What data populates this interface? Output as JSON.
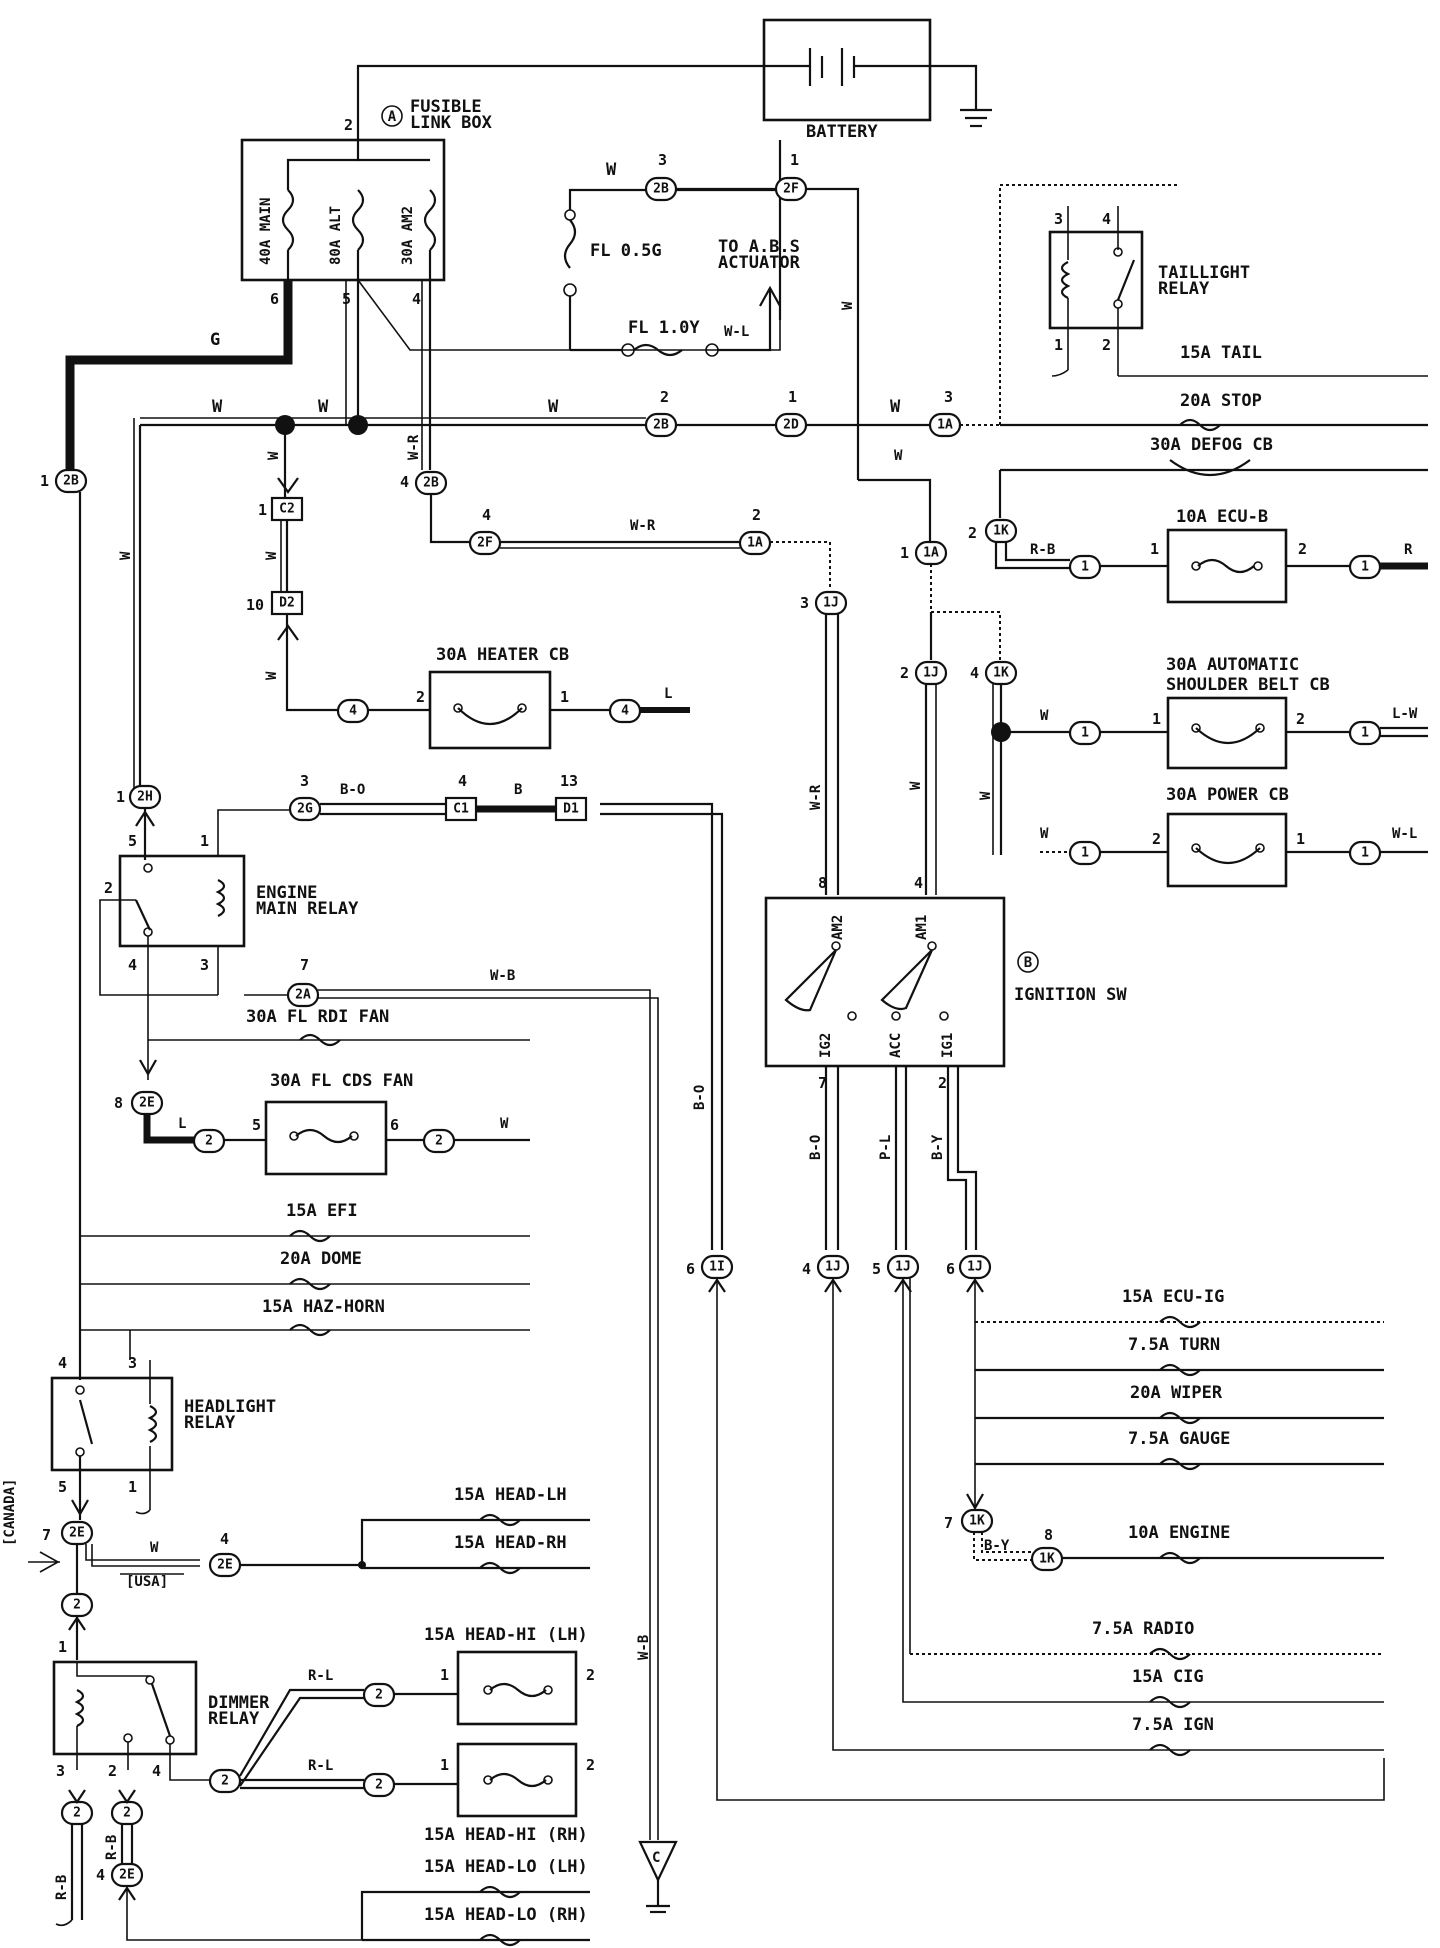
{
  "components": {
    "battery": "BATTERY",
    "fusible_link_box": {
      "marker": "A",
      "line1": "FUSIBLE",
      "line2": "LINK BOX"
    },
    "fuse_40a_main": "40A MAIN",
    "fuse_80a_alt": "80A ALT",
    "fuse_30a_am2": "30A AM2",
    "fl_05g": "FL 0.5G",
    "fl_10y": "FL 1.0Y",
    "abs_actuator": {
      "line1": "TO A.B.S",
      "line2": "ACTUATOR"
    },
    "taillight_relay": {
      "line1": "TAILLIGHT",
      "line2": "RELAY"
    },
    "fuse_15a_tail": "15A TAIL",
    "fuse_20a_stop": "20A STOP",
    "cb_30a_defog": "30A DEFOG CB",
    "fuse_10a_ecub": "10A ECU-B",
    "cb_30a_heater": "30A HEATER CB",
    "cb_30a_shoulder_belt": {
      "line1": "30A AUTOMATIC",
      "line2": "SHOULDER BELT CB"
    },
    "cb_30a_power": "30A POWER CB",
    "engine_main_relay": {
      "line1": "ENGINE",
      "line2": "MAIN RELAY"
    },
    "ignition_sw": {
      "marker": "B",
      "label": "IGNITION SW",
      "t_am2": "AM2",
      "t_am1": "AM1",
      "t_ig2": "IG2",
      "t_acc": "ACC",
      "t_ig1": "IG1"
    },
    "fuse_30a_fl_rdi_fan": "30A FL RDI FAN",
    "fuse_30a_fl_cds_fan": "30A FL CDS FAN",
    "fuse_15a_efi": "15A EFI",
    "fuse_20a_dome": "20A DOME",
    "fuse_15a_haz_horn": "15A HAZ-HORN",
    "headlight_relay": {
      "line1": "HEADLIGHT",
      "line2": "RELAY"
    },
    "canada": "[CANADA]",
    "usa": "[USA]",
    "fuse_15a_head_lh": "15A HEAD-LH",
    "fuse_15a_head_rh": "15A HEAD-RH",
    "dimmer_relay": {
      "line1": "DIMMER",
      "line2": "RELAY"
    },
    "fuse_15a_head_hi_lh": "15A HEAD-HI (LH)",
    "fuse_15a_head_hi_rh": "15A HEAD-HI (RH)",
    "fuse_15a_head_lo_lh": "15A HEAD-LO (LH)",
    "fuse_15a_head_lo_rh": "15A HEAD-LO (RH)",
    "fuse_15a_ecu_ig": "15A ECU-IG",
    "fuse_75a_turn": "7.5A TURN",
    "fuse_20a_wiper": "20A WIPER",
    "fuse_75a_gauge": "7.5A GAUGE",
    "fuse_10a_engine": "10A ENGINE",
    "fuse_75a_radio": "7.5A RADIO",
    "fuse_15a_cig": "15A CIG",
    "fuse_75a_ign": "7.5A IGN",
    "ground_c": "C"
  },
  "connectors": {
    "c_2B_top": "2B",
    "c_2F_top": "2F",
    "c_2B_mid": "2B",
    "c_2D": "2D",
    "c_1A_top": "1A",
    "c_2B_left": "2B",
    "c_2B_w_r": "2B",
    "c_2F_mid": "2F",
    "c_1A_mid": "1A",
    "c_1A_vert": "1A",
    "c_1K_top": "1K",
    "c_1_ecub_l": "1",
    "c_1_ecub_r": "1",
    "c_C2": "C2",
    "c_D2": "D2",
    "c_1J_3": "1J",
    "c_1J_2": "1J",
    "c_1K_4": "1K",
    "c_4_heater_l": "4",
    "c_4_heater_r": "4",
    "c_1_belt_l": "1",
    "c_1_belt_r": "1",
    "c_2H": "2H",
    "c_2G": "2G",
    "c_C1": "C1",
    "c_D1": "D1",
    "c_1_power_l": "1",
    "c_1_power_r": "1",
    "c_2A": "2A",
    "c_2E_8": "2E",
    "c_2_cds_l": "2",
    "c_2_cds_r": "2",
    "c_1I_6": "1I",
    "c_1J_4": "1J",
    "c_1J_5": "1J",
    "c_1J_6": "1J",
    "c_1K_7": "1K",
    "c_1K_8": "1K",
    "c_2E_7": "2E",
    "c_2E_4": "2E",
    "c_2_mid": "2",
    "c_2_hi_lh": "2",
    "c_2_hi_rh": "2",
    "c_2_dimmer": "2",
    "c_2_r1": "2",
    "c_2_r2": "2",
    "c_2E_bottom": "2E"
  },
  "wires": {
    "w1": "W",
    "w2": "W",
    "w3": "W",
    "w4": "W",
    "w5": "W",
    "w6": "W",
    "w7": "W",
    "w8": "W",
    "w9": "W",
    "w10": "W",
    "w11": "W",
    "w12": "W",
    "w13": "W",
    "w14": "W",
    "g": "G",
    "w_r1": "W-R",
    "w_r2": "W-R",
    "w_r3": "W-R",
    "w_l": "W-L",
    "w_l2": "W-L",
    "r_b1": "R-B",
    "r": "R",
    "l1": "L",
    "l2": "L",
    "l_w": "L-W",
    "b_o1": "B-O",
    "b": "B",
    "b_o2": "B-O",
    "b_o3": "B-O",
    "w_b1": "W-B",
    "w_b2": "W-B",
    "p_l": "P-L",
    "b_y1": "B-Y",
    "b_y2": "B-Y",
    "r_l1": "R-L",
    "r_l2": "R-L",
    "r_b2": "R-B",
    "r_b3": "R-B"
  },
  "pins": {
    "p_flb_2": "2",
    "p_flb_6": "6",
    "p_flb_5": "5",
    "p_flb_4": "4",
    "p_2B_3": "3",
    "p_2F_1": "1",
    "p_2B_2": "2",
    "p_2D_1": "1",
    "p_1A_3": "3",
    "p_2B_1": "1",
    "p_2B_4": "4",
    "p_2F_4": "4",
    "p_1A_2": "2",
    "p_1A_1": "1",
    "p_tr_3": "3",
    "p_tr_4": "4",
    "p_tr_1": "1",
    "p_tr_2": "2",
    "p_1K_2": "2",
    "p_ecub_1": "1",
    "p_ecub_2": "2",
    "p_C2_1": "1",
    "p_D2_10": "10",
    "p_1J_3": "3",
    "p_1J_2": "2",
    "p_1K_4": "4",
    "p_heater_2": "2",
    "p_heater_1": "1",
    "p_belt_1": "1",
    "p_belt_2": "2",
    "p_2H_1": "1",
    "p_emr_5": "5",
    "p_emr_1": "1",
    "p_emr_2": "2",
    "p_emr_4": "4",
    "p_emr_3": "3",
    "p_2G_3": "3",
    "p_C1_4": "4",
    "p_D1_13": "13",
    "p_power_2": "2",
    "p_power_1": "1",
    "p_2A_7": "7",
    "p_isw_8": "8",
    "p_isw_4": "4",
    "p_isw_7": "7",
    "p_isw_2": "2",
    "p_2E_8": "8",
    "p_cds_5": "5",
    "p_cds_6": "6",
    "p_1I_6": "6",
    "p_1J_4": "4",
    "p_1J_5": "5",
    "p_1J_6": "6",
    "p_hr_4": "4",
    "p_hr_3": "3",
    "p_hr_5": "5",
    "p_hr_1": "1",
    "p_1K_7": "7",
    "p_1K_8": "8",
    "p_2E_7": "7",
    "p_2E_4": "4",
    "p_dim_1": "1",
    "p_dim_3": "3",
    "p_dim_2": "2",
    "p_dim_4": "4",
    "p_hilh_1": "1",
    "p_hilh_2": "2",
    "p_hirh_1": "1",
    "p_hirh_2": "2",
    "p_2E_b4": "4"
  }
}
